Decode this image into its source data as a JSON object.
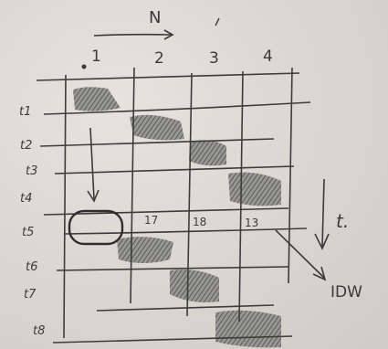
{
  "header": {
    "axis_letter": "N"
  },
  "columns": [
    "1",
    "2",
    "3",
    "4"
  ],
  "rows": [
    "t1",
    "t2",
    "t3",
    "t4",
    "t5",
    "t6",
    "t7",
    "t8"
  ],
  "cells": {
    "c2": "17",
    "c3": "18",
    "c4": "13"
  },
  "right_axis": {
    "label": "t."
  },
  "annotation": {
    "label": "IDW"
  },
  "colors": {
    "ink": "#3a3a3a",
    "shade": "#6f6f6f",
    "paper": "#d9d6d1"
  }
}
